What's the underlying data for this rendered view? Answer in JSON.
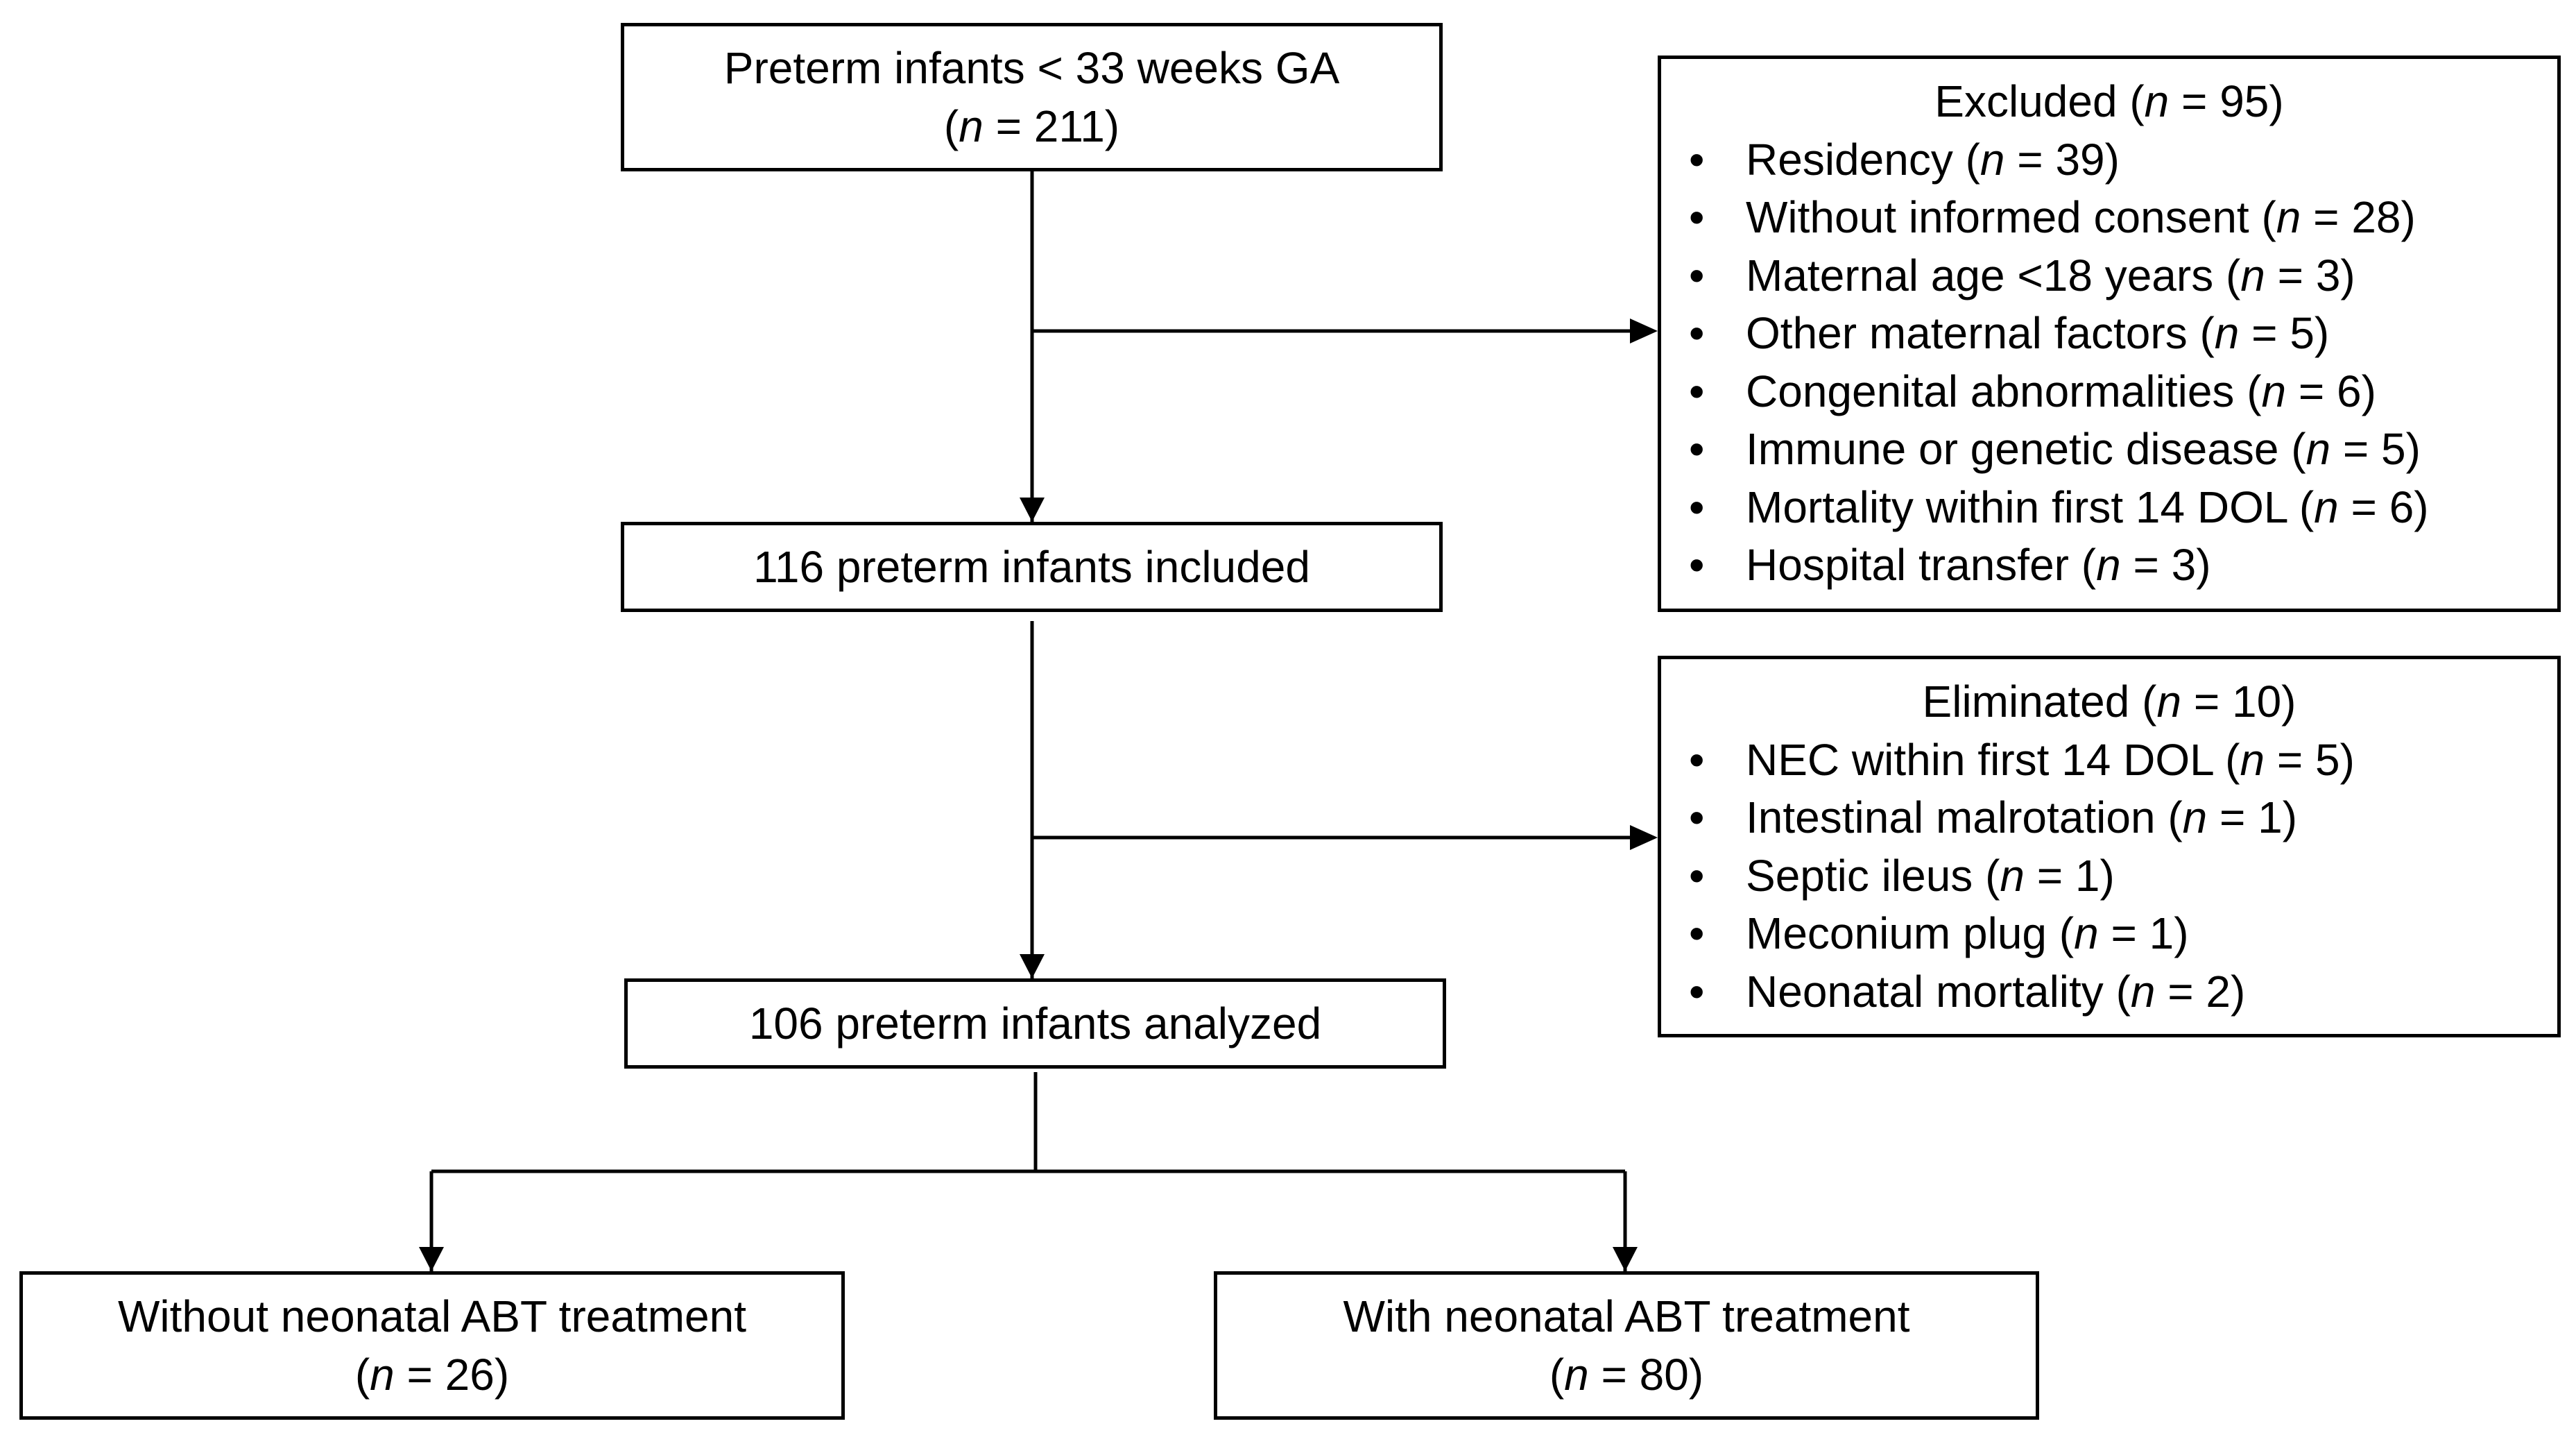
{
  "nodes": {
    "screened": {
      "line1": "Preterm infants < 33 weeks GA",
      "n": "211"
    },
    "included": {
      "label": "116 preterm infants included"
    },
    "analyzed": {
      "label": "106 preterm infants analyzed"
    },
    "without_abt": {
      "line1": "Without neonatal ABT treatment",
      "n": "26"
    },
    "with_abt": {
      "line1": "With neonatal ABT treatment",
      "n": "80"
    }
  },
  "excluded": {
    "title": "Excluded",
    "n": "95",
    "items": [
      {
        "label": "Residency",
        "n": "39"
      },
      {
        "label": "Without informed consent",
        "n": "28"
      },
      {
        "label": "Maternal age <18 years",
        "n": "3"
      },
      {
        "label": "Other maternal factors",
        "n": "5"
      },
      {
        "label": "Congenital abnormalities",
        "n": "6"
      },
      {
        "label": "Immune or genetic disease",
        "n": "5"
      },
      {
        "label": "Mortality within first 14 DOL",
        "n": "6"
      },
      {
        "label": "Hospital transfer",
        "n": "3"
      }
    ]
  },
  "eliminated": {
    "title": "Eliminated",
    "n": "10",
    "items": [
      {
        "label": "NEC within first 14 DOL",
        "n": "5"
      },
      {
        "label": "Intestinal malrotation",
        "n": "1"
      },
      {
        "label": "Septic ileus",
        "n": "1"
      },
      {
        "label": "Meconium plug",
        "n": "1"
      },
      {
        "label": "Neonatal mortality",
        "n": "2"
      }
    ]
  },
  "n_symbol": "n"
}
